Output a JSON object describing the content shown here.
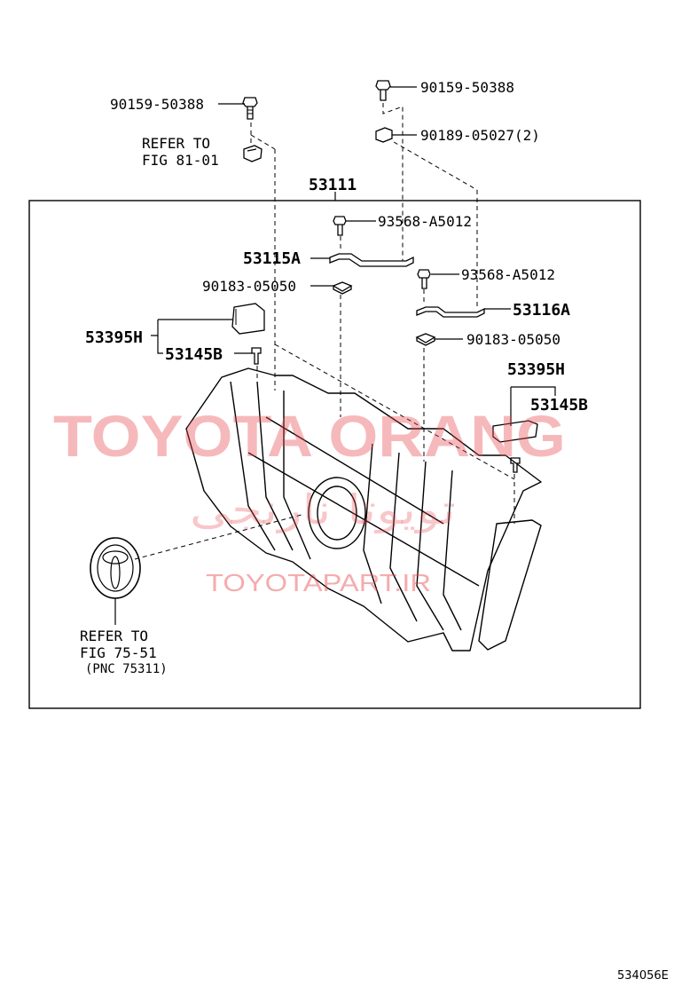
{
  "labels": {
    "bolt_top_left": "90159-50388",
    "refer_fig_8101_line1": "REFER TO",
    "refer_fig_8101_line2": "FIG 81-01",
    "bolt_top_right": "90159-50388",
    "nut_top_right": "90189-05027(2)",
    "grille_assy": "53111",
    "screw_left": "93568-A5012",
    "bracket_left": "53115A",
    "nut_left": "90183-05050",
    "screw_right": "93568-A5012",
    "bracket_right": "53116A",
    "nut_right": "90183-05050",
    "moulding_left": "53395H",
    "clip_left": "53145B",
    "moulding_right": "53395H",
    "clip_right": "53145B",
    "refer_fig_7551_line1": "REFER TO",
    "refer_fig_7551_line2": "FIG 75-51",
    "refer_fig_7551_line3": "(PNC 75311)",
    "figure_code": "534056E"
  },
  "watermark": {
    "brand": "TOYOTA ORANG",
    "script": "تويوتا نارنجی",
    "site": "TOYOTAPART.IR"
  },
  "colors": {
    "ink": "#000000",
    "watermark": "#e8474c",
    "background": "#ffffff"
  }
}
